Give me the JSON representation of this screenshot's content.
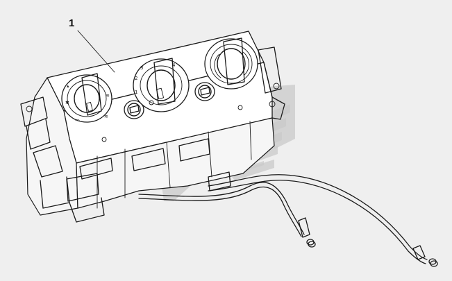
{
  "diagram": {
    "callouts": [
      {
        "label": "1"
      }
    ],
    "dial_marks": {
      "center_dial": [
        "1",
        "2",
        "3",
        "4"
      ]
    }
  }
}
